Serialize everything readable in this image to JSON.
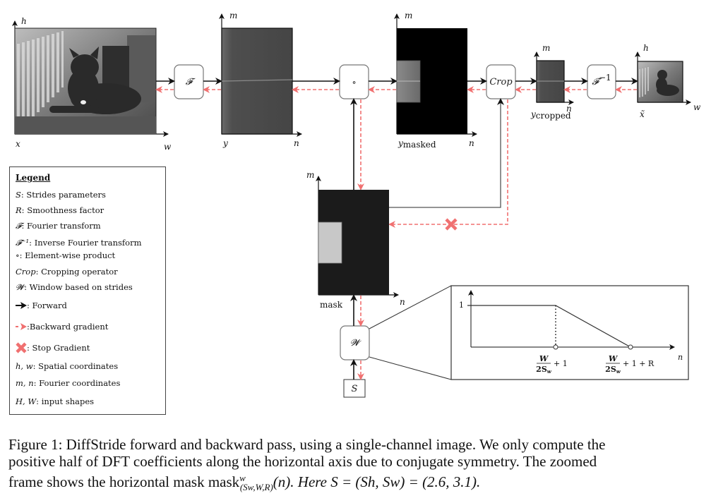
{
  "figure": {
    "nodes": {
      "x": {
        "label": "x",
        "axis_v": "h",
        "axis_h": "w"
      },
      "y": {
        "label": "y",
        "axis_v": "m",
        "axis_h": "n"
      },
      "y_masked": {
        "label_main": "y",
        "label_sub": "masked",
        "axis_v": "m",
        "axis_h": "n"
      },
      "y_cropped": {
        "label_main": "y",
        "label_sub": "cropped",
        "axis_v": "m",
        "axis_h": "n"
      },
      "x_tilde": {
        "label": "x̃",
        "axis_v": "h",
        "axis_h": "w"
      },
      "mask": {
        "label": "mask",
        "axis_v": "m",
        "axis_h": "n"
      }
    },
    "operators": {
      "fourier": "𝓕",
      "elementwise": "∘",
      "crop": "Crop",
      "inverse_fourier_base": "𝓕",
      "inverse_fourier_sup": "−1",
      "window": "𝓦",
      "strides": "S"
    },
    "colors": {
      "forward": "#111111",
      "backward": "#f07070",
      "stop_gradient": "#f07070"
    },
    "zoom_plot": {
      "y_tick": "1",
      "x_axis": "n",
      "tick1_num": "W",
      "tick1_den": "2S",
      "tick1_den_sub": "w",
      "tick1_suffix": "+ 1",
      "tick2_num": "W",
      "tick2_den": "2S",
      "tick2_den_sub": "w",
      "tick2_suffix": "+ 1 + R"
    }
  },
  "legend": {
    "title": "Legend",
    "items": [
      {
        "sym": "S",
        "text": ": Strides parameters"
      },
      {
        "sym": "R",
        "text": ": Smoothness factor"
      },
      {
        "sym": "𝓕",
        "text": ": Fourier transform"
      },
      {
        "sym": "𝓕⁻¹",
        "text": ": Inverse Fourier transform"
      },
      {
        "sym": "∘",
        "text": ": Element-wise product"
      },
      {
        "sym": "Crop",
        "text": ": Cropping operator"
      },
      {
        "sym": "𝓦",
        "text": ": Window based on strides"
      },
      {
        "sym": "",
        "text": " : Forward"
      },
      {
        "sym": "",
        "text": " :Backward gradient"
      },
      {
        "sym": "",
        "text": " : Stop Gradient"
      },
      {
        "sym": "h, w",
        "text": ": Spatial coordinates"
      },
      {
        "sym": "m, n",
        "text": ": Fourier coordinates"
      },
      {
        "sym": "H, W",
        "text": ": input shapes"
      }
    ]
  },
  "caption": {
    "line1": "Figure 1: DiffStride forward and backward pass, using a single-channel image. We only compute the",
    "line2": "positive half of DFT coefficients along the horizontal axis due to conjugate symmetry. The zoomed",
    "line3_pre": "frame shows the horizontal mask mask",
    "line3_sup": "w",
    "line3_sub": "(Sw,W,R)",
    "line3_post": "(n). Here S = (Sh, Sw) = (2.6, 3.1)."
  }
}
